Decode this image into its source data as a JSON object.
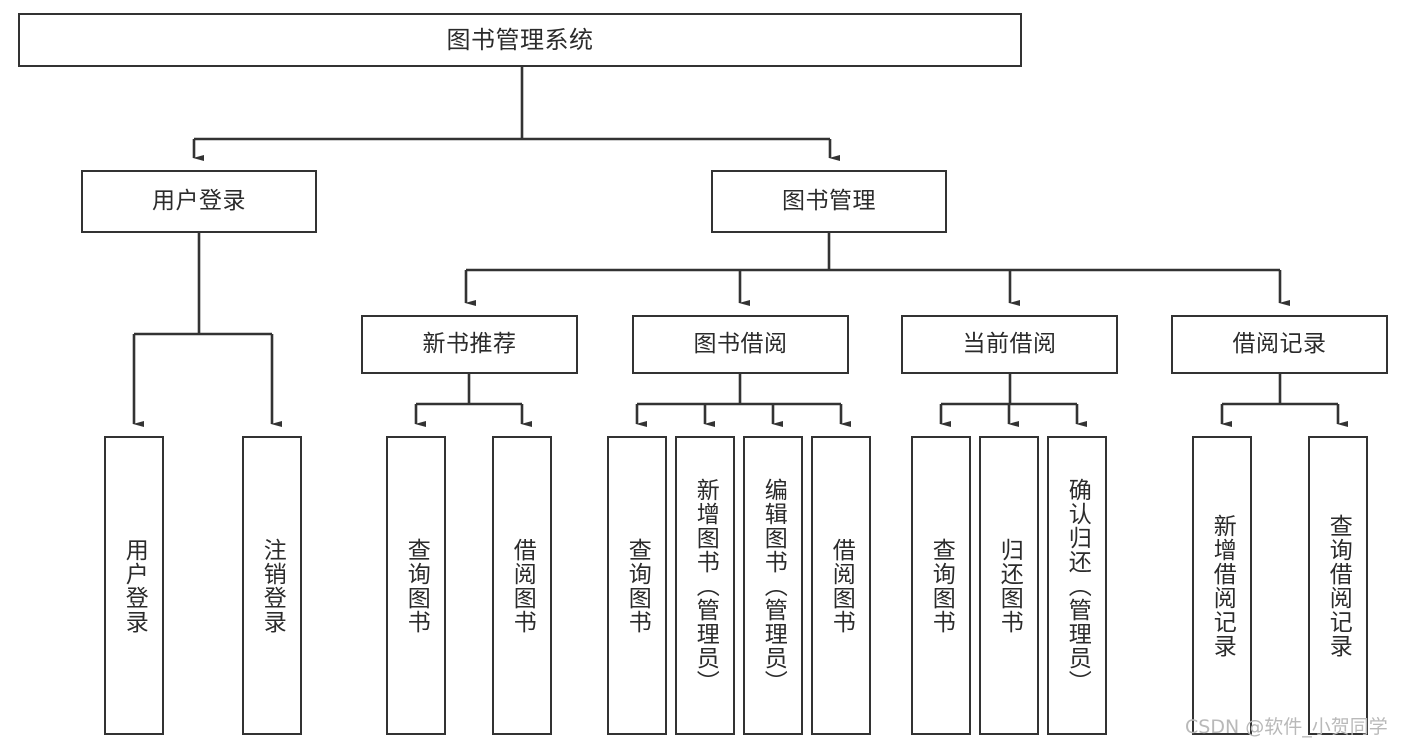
{
  "diagram": {
    "title": "图书管理系统",
    "root": {
      "label": "图书管理系统"
    },
    "level2": [
      {
        "label": "用户登录"
      },
      {
        "label": "图书管理"
      }
    ],
    "level3": [
      {
        "label": "新书推荐"
      },
      {
        "label": "图书借阅"
      },
      {
        "label": "当前借阅"
      },
      {
        "label": "借阅记录"
      }
    ],
    "leaves": {
      "user_login": [
        {
          "label": "用户登录"
        },
        {
          "label": "注销登录"
        }
      ],
      "new_book_recommend": [
        {
          "label": "查询图书"
        },
        {
          "label": "借阅图书"
        }
      ],
      "book_borrow": [
        {
          "label": "查询图书"
        },
        {
          "label": "新增图书（管理员）"
        },
        {
          "label": "编辑图书（管理员）"
        },
        {
          "label": "借阅图书"
        }
      ],
      "current_borrow": [
        {
          "label": "查询图书"
        },
        {
          "label": "归还图书"
        },
        {
          "label": "确认归还（管理员）"
        }
      ],
      "borrow_record": [
        {
          "label": "新增借阅记录"
        },
        {
          "label": "查询借阅记录"
        }
      ]
    }
  },
  "watermark": {
    "text": "CSDN @软件_小贺同学"
  },
  "colors": {
    "border": "#333333",
    "text": "#2b2b2b",
    "background": "#ffffff",
    "watermark": "#b9b9b9"
  }
}
